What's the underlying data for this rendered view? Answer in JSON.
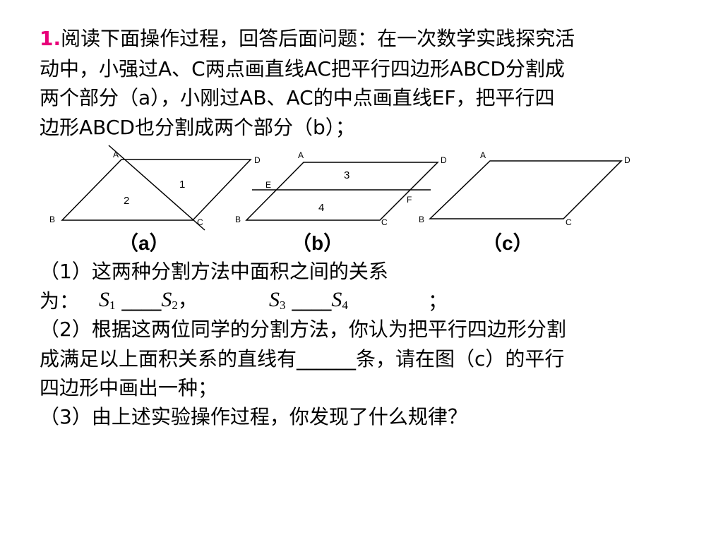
{
  "problem": {
    "number": "1.",
    "line1": "阅读下面操作过程，回答后面问题：在一次数学实践探究活",
    "line2": "动中，小强过A、C两点画直线AC把平行四边形ABCD分割成",
    "line3": "两个部分（a），小刚过AB、AC的中点画直线EF，把平行四",
    "line4": "边形ABCD也分割成两个部分（b）；"
  },
  "figures": {
    "a": {
      "caption": "（a）",
      "labels": {
        "A": "A",
        "B": "B",
        "C": "C",
        "D": "D"
      },
      "regions": [
        "1",
        "2"
      ]
    },
    "b": {
      "caption": "（b）",
      "labels": {
        "A": "A",
        "B": "B",
        "C": "C",
        "D": "D",
        "E": "E",
        "F": "F"
      },
      "regions": [
        "3",
        "4"
      ]
    },
    "c": {
      "caption": "（c）",
      "labels": {
        "A": "A",
        "B": "B",
        "C": "C",
        "D": "D"
      }
    }
  },
  "questions": {
    "q1_line1": "（1）这两种分割方法中面积之间的关系",
    "q1_prefix": "为：",
    "s": "S",
    "s1": "1",
    "s2": "2",
    "s3": "3",
    "s4": "4",
    "blank1": "____",
    "blank2": "____",
    "comma": "，",
    "semicolon": "；",
    "q2_line1": "（2）根据这两位同学的分割方法，你认为把平行四边形分割",
    "q2_line2": "成满足以上面积关系的直线有______条，请在图（c）的平行",
    "q2_line3": "四边形中画出一种；",
    "q3_line1": "（3）由上述实验操作过程，你发现了什么规律？"
  }
}
